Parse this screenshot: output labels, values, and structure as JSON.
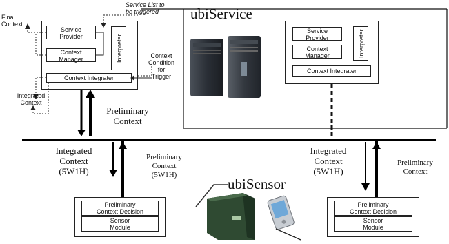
{
  "service_left": {
    "service_provider": "Service\nProvider",
    "context_manager": "Context\nManager",
    "interpreter": "Interpreter",
    "context_integrator": "Context Integrater"
  },
  "service_right": {
    "service_provider": "Service\nProvider",
    "context_manager": "Context\nManager",
    "interpreter": "Interpreter",
    "context_integrator": "Context Integrater"
  },
  "annotations": {
    "final_context": "Final\nContext",
    "service_list": "Service List to\nbe triggered",
    "context_condition": "Context\nCondition\nfor\nTrigger",
    "integrated_context_small": "Integrated\nContext",
    "ubiservice": "ubiService",
    "ubisensor": "ubiSensor"
  },
  "flows": {
    "preliminary_context_top": "Preliminary\nContext",
    "integrated_left": "Integrated\nContext\n(5W1H)",
    "preliminary_left": "Preliminary\nContext\n(5W1H)",
    "integrated_right": "Integrated\nContext\n(5W1H)",
    "preliminary_right": "Preliminary\nContext"
  },
  "sensor_left": {
    "decision": "Preliminary\nContext Decision",
    "module": "Sensor\nModule"
  },
  "sensor_right": {
    "decision": "Preliminary\nContext Decision",
    "module": "Sensor\nModule"
  },
  "colors": {
    "server": "#2a2f36",
    "sensor_device": "#2f4a32",
    "pda_screen": "#6fa8d8"
  }
}
